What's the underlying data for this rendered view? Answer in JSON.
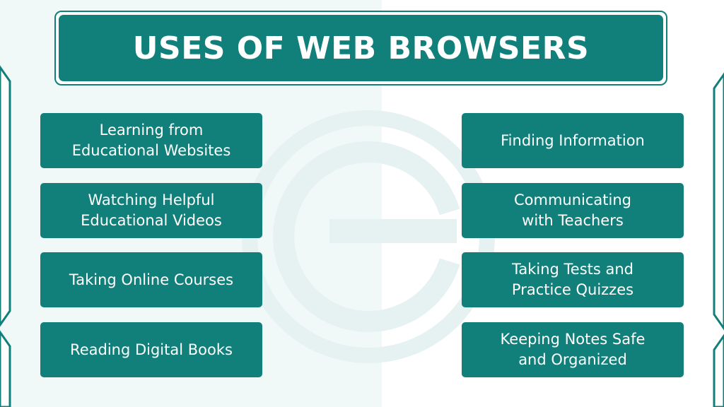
{
  "title": "USES OF WEB BROWSERS",
  "colors": {
    "accent": "#117f7a",
    "background_left": "#f1f8f8",
    "background_right": "#ffffff",
    "text": "#ffffff"
  },
  "left_items": [
    {
      "label": "Learning from\nEducational Websites"
    },
    {
      "label": "Watching Helpful\nEducational Videos"
    },
    {
      "label": "Taking Online Courses"
    },
    {
      "label": "Reading Digital Books"
    }
  ],
  "right_items": [
    {
      "label": "Finding Information"
    },
    {
      "label": "Communicating\nwith Teachers"
    },
    {
      "label": "Taking Tests and\nPractice Quizzes"
    },
    {
      "label": "Keeping Notes Safe\nand Organized"
    }
  ]
}
